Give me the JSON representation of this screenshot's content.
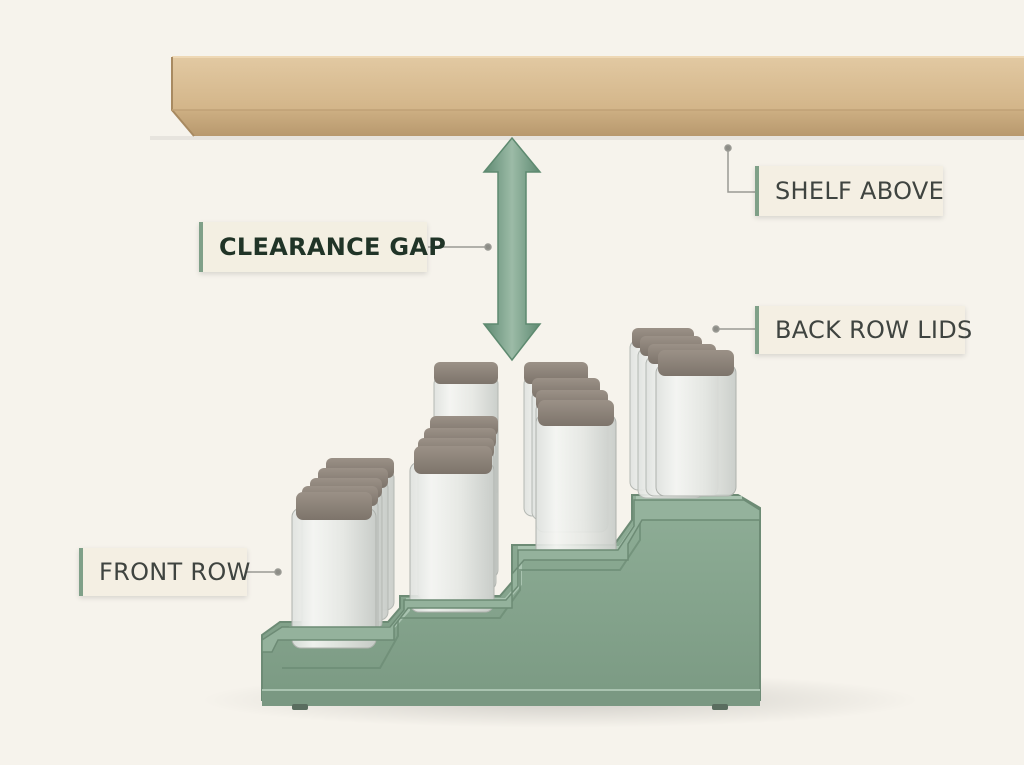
{
  "labels": {
    "shelf_above": "SHELF ABOVE",
    "clearance_gap": "CLEARANCE GAP",
    "back_row_lids": "BACK ROW LIDS",
    "front_row": "FRONT ROW"
  },
  "colors": {
    "background": "#f6f3ec",
    "shelf_wood": "#d9bd93",
    "riser_green": "#86a58e",
    "arrow_green": "#6f9680",
    "lid": "#8a8077",
    "callout_bg": "#f4efe3",
    "callout_accent": "#7fa088"
  }
}
